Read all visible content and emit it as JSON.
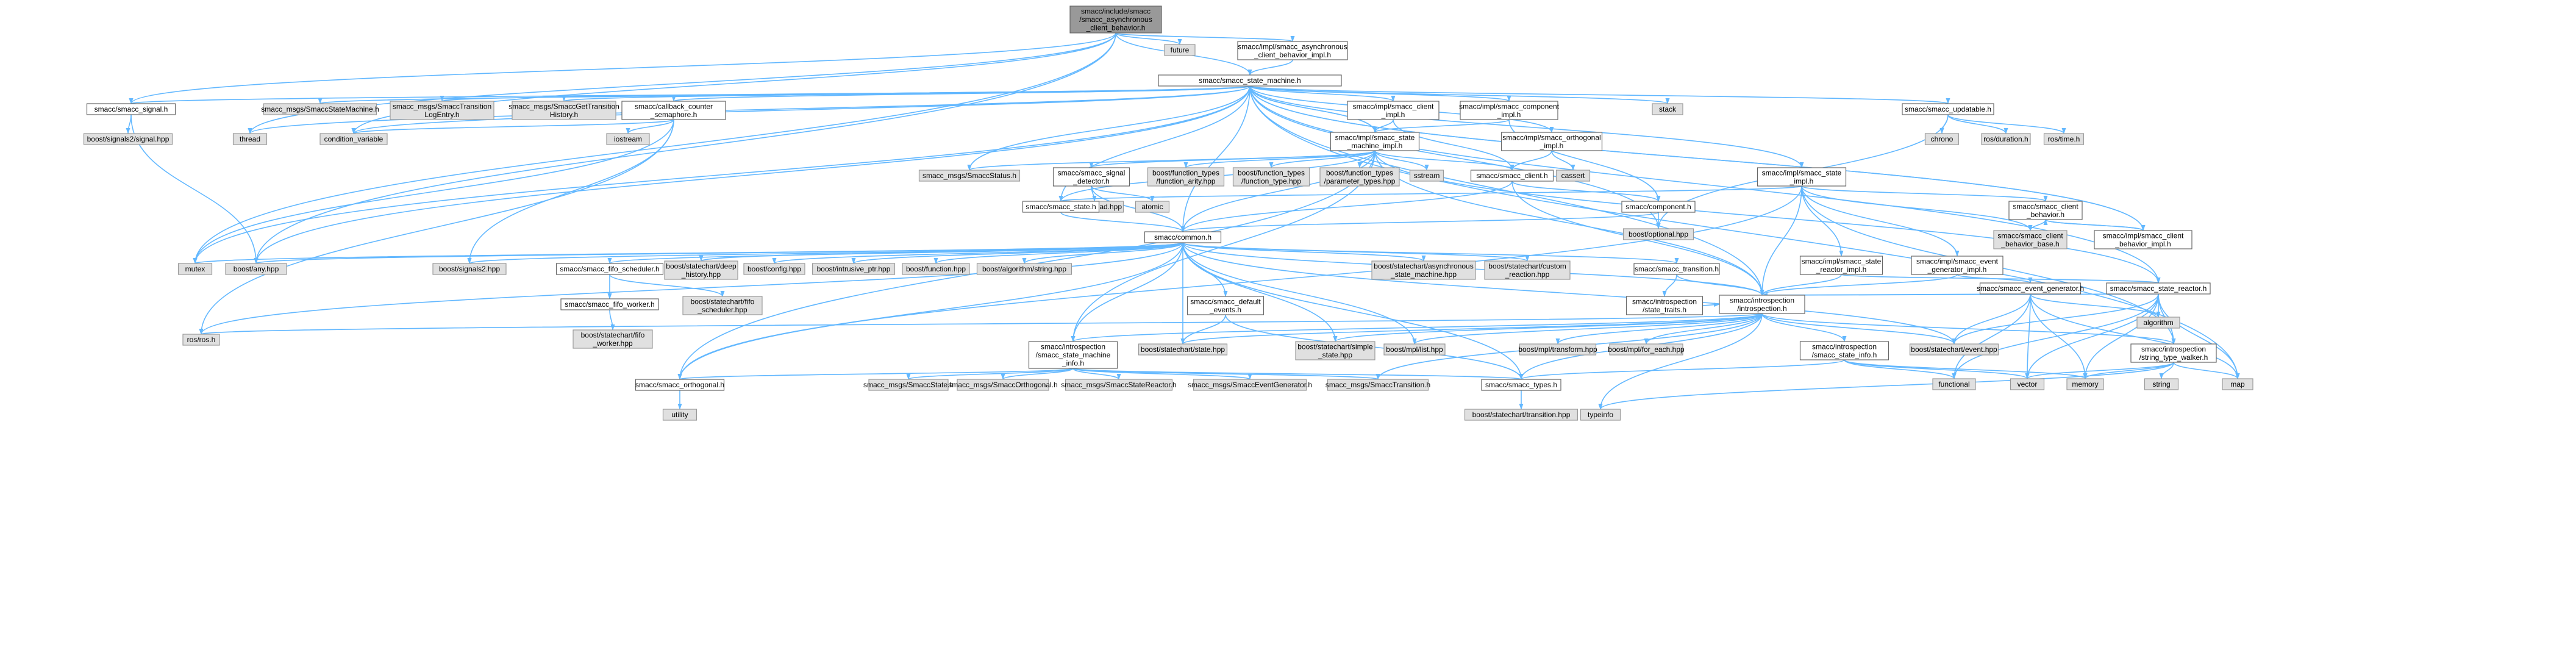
{
  "colors": {
    "root_fill": "#999999",
    "internal_fill": "#ffffff",
    "external_fill": "#e0e0e0",
    "edge": "#63b8ff"
  },
  "nodes": {
    "n_root": [
      "smacc/include/smacc",
      "/smacc_asynchronous",
      "_client_behavior.h"
    ],
    "n_future": [
      "future"
    ],
    "n_async_impl": [
      "smacc/impl/smacc_asynchronous",
      "_client_behavior_impl.h"
    ],
    "n_sm": [
      "smacc/smacc_state_machine.h"
    ],
    "n_signal": [
      "smacc/smacc_signal.h"
    ],
    "n_msg_sm": [
      "smacc_msgs/SmaccStateMachine.h"
    ],
    "n_msg_trlog": [
      "smacc_msgs/SmaccTransition",
      "LogEntry.h"
    ],
    "n_msg_gettr": [
      "smacc_msgs/SmaccGetTransition",
      "History.h"
    ],
    "n_counter": [
      "smacc/callback_counter",
      "_semaphore.h"
    ],
    "n_client_impl": [
      "smacc/impl/smacc_client",
      "_impl.h"
    ],
    "n_comp_impl": [
      "smacc/impl/smacc_component",
      "_impl.h"
    ],
    "n_stack": [
      "stack"
    ],
    "n_updatable": [
      "smacc/smacc_updatable.h"
    ],
    "n_bsignals": [
      "boost/signals2/signal.hpp"
    ],
    "n_thread": [
      "thread"
    ],
    "n_condvar": [
      "condition_variable"
    ],
    "n_iostream": [
      "iostream"
    ],
    "n_sm_impl": [
      "smacc/impl/smacc_state",
      "_machine_impl.h"
    ],
    "n_orth_impl": [
      "smacc/impl/smacc_orthogonal",
      "_impl.h"
    ],
    "n_cassert": [
      "cassert"
    ],
    "n_chrono": [
      "chrono"
    ],
    "n_rosduration": [
      "ros/duration.h"
    ],
    "n_rostime": [
      "ros/time.h"
    ],
    "n_msg_status": [
      "smacc_msgs/SmaccStatus.h"
    ],
    "n_sigdet": [
      "smacc/smacc_signal",
      "_detector.h"
    ],
    "n_ft_only": [
      "boost/function_types",
      "/function_arity.hpp"
    ],
    "n_ft_type": [
      "boost/function_types",
      "/function_type.hpp"
    ],
    "n_ft_param": [
      "boost/function_types",
      "/parameter_types.hpp"
    ],
    "n_sstream": [
      "sstream"
    ],
    "n_client": [
      "smacc/smacc_client.h"
    ],
    "n_state_impl": [
      "smacc/impl/smacc_state",
      "_impl.h"
    ],
    "n_bthread": [
      "boost/thread.hpp"
    ],
    "n_atomic": [
      "atomic"
    ],
    "n_state": [
      "smacc/smacc_state.h"
    ],
    "n_component": [
      "smacc/component.h"
    ],
    "n_cb": [
      "smacc/smacc_client",
      "_behavior.h"
    ],
    "n_boptional": [
      "boost/optional.hpp"
    ],
    "n_cb_base": [
      "smacc/smacc_client",
      "_behavior_base.h"
    ],
    "n_cb_impl": [
      "smacc/impl/smacc_client",
      "_behavior_impl.h"
    ],
    "n_common": [
      "smacc/common.h"
    ],
    "n_mutex": [
      "mutex"
    ],
    "n_bany": [
      "boost/any.hpp"
    ],
    "n_bsignals2": [
      "boost/signals2.hpp"
    ],
    "n_fifo_sched": [
      "smacc/smacc_fifo_scheduler.h"
    ],
    "n_deep_hist": [
      "boost/statechart/deep",
      "_history.hpp"
    ],
    "n_bconfig": [
      "boost/config.hpp"
    ],
    "n_intrusive": [
      "boost/intrusive_ptr.hpp"
    ],
    "n_bfunction": [
      "boost/function.hpp"
    ],
    "n_balgostr": [
      "boost/algorithm/string.hpp"
    ],
    "n_async_sm": [
      "boost/statechart/asynchronous",
      "_state_machine.hpp"
    ],
    "n_custom_react": [
      "boost/statechart/custom",
      "_reaction.hpp"
    ],
    "n_transition": [
      "smacc/smacc_transition.h"
    ],
    "n_reactor_impl": [
      "smacc/impl/smacc_state",
      "_reactor_impl.h"
    ],
    "n_evgen_impl": [
      "smacc/impl/smacc_event",
      "_generator_impl.h"
    ],
    "n_evgen": [
      "smacc/smacc_event_generator.h"
    ],
    "n_reactor": [
      "smacc/smacc_state_reactor.h"
    ],
    "n_fifo_worker": [
      "smacc/smacc_fifo_worker.h"
    ],
    "n_fifo_sched_hpp": [
      "boost/statechart/fifo",
      "_scheduler.hpp"
    ],
    "n_default_ev": [
      "smacc/smacc_default",
      "_events.h"
    ],
    "n_state_traits": [
      "smacc/introspection",
      "/state_traits.h"
    ],
    "n_introspection": [
      "smacc/introspection",
      "/introspection.h"
    ],
    "n_algorithm": [
      "algorithm"
    ],
    "n_rosh": [
      "ros/ros.h"
    ],
    "n_fifo_worker_hpp": [
      "boost/statechart/fifo",
      "_worker.hpp"
    ],
    "n_sm_info": [
      "smacc/introspection",
      "/smacc_state_machine",
      "_info.h"
    ],
    "n_bstate": [
      "boost/statechart/state.hpp"
    ],
    "n_simple_state": [
      "boost/statechart/simple",
      "_state.hpp"
    ],
    "n_mpl_list": [
      "boost/mpl/list.hpp"
    ],
    "n_mpl_transform": [
      "boost/mpl/transform.hpp"
    ],
    "n_mpl_foreach": [
      "boost/mpl/for_each.hpp"
    ],
    "n_bevent": [
      "boost/statechart/event.hpp"
    ],
    "n_state_info": [
      "smacc/introspection",
      "/smacc_state_info.h"
    ],
    "n_stw": [
      "smacc/introspection",
      "/string_type_walker.h"
    ],
    "n_orthogonal": [
      "smacc/smacc_orthogonal.h"
    ],
    "n_msg_state": [
      "smacc_msgs/SmaccState.h"
    ],
    "n_msg_orth": [
      "smacc_msgs/SmaccOrthogonal.h"
    ],
    "n_msg_reactor": [
      "smacc_msgs/SmaccStateReactor.h"
    ],
    "n_msg_evgen": [
      "smacc_msgs/SmaccEventGenerator.h"
    ],
    "n_msg_trans": [
      "smacc_msgs/SmaccTransition.h"
    ],
    "n_types": [
      "smacc/smacc_types.h"
    ],
    "n_typeinfo": [
      "typeinfo"
    ],
    "n_functional": [
      "functional"
    ],
    "n_vector": [
      "vector"
    ],
    "n_memory": [
      "memory"
    ],
    "n_string": [
      "string"
    ],
    "n_map": [
      "map"
    ],
    "n_utility": [
      "utility"
    ],
    "n_btransition": [
      "boost/statechart/transition.hpp"
    ]
  }
}
